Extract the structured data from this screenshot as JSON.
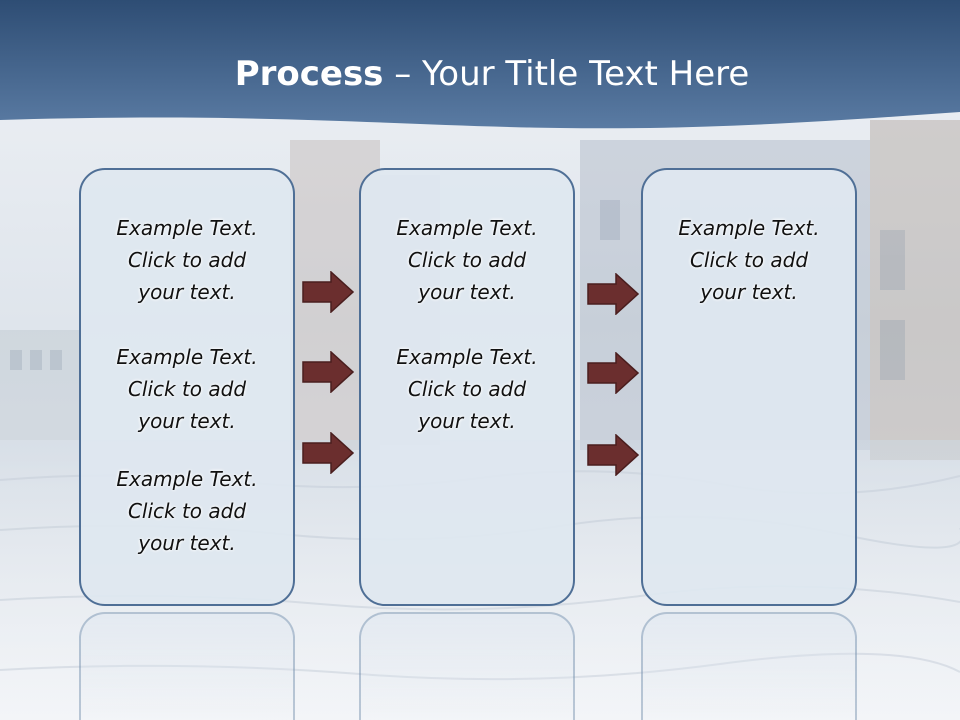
{
  "slide": {
    "title_bold": "Process",
    "title_rest": " – Your Title Text Here"
  },
  "columns": [
    {
      "blocks": [
        {
          "line1": "Example Text.",
          "line2": "Click  to add",
          "line3": "your text."
        },
        {
          "line1": "Example Text.",
          "line2": "Click  to add",
          "line3": "your text."
        },
        {
          "line1": "Example Text.",
          "line2": "Click  to add",
          "line3": "your text."
        }
      ]
    },
    {
      "blocks": [
        {
          "line1": "Example Text.",
          "line2": "Click  to add",
          "line3": "your text."
        },
        {
          "line1": "Example Text.",
          "line2": "Click  to add",
          "line3": "your text."
        }
      ]
    },
    {
      "blocks": [
        {
          "line1": "Example Text.",
          "line2": "Click  to add",
          "line3": "your text."
        }
      ]
    }
  ],
  "colors": {
    "header": "#4a6a94",
    "box_border": "#4f6f96",
    "arrow_fill": "#6b2e2e"
  },
  "icons": [
    "arrow-right-icon"
  ]
}
